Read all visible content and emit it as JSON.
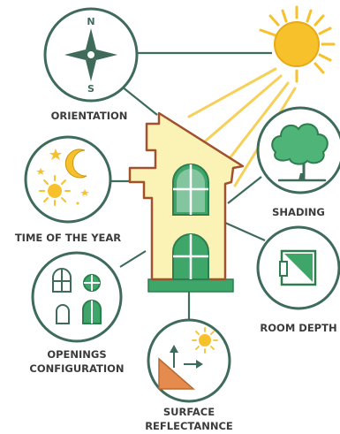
{
  "diagram": {
    "nodes": {
      "orientation": {
        "label": "ORIENTATION"
      },
      "time_of_year": {
        "label": "TIME OF THE YEAR"
      },
      "openings": {
        "label_line1": "OPENINGS",
        "label_line2": "CONFIGURATION"
      },
      "surface": {
        "label_line1": "SURFACE",
        "label_line2": "REFLECTANNCE"
      },
      "room_depth": {
        "label": "ROOM DEPTH"
      },
      "shading": {
        "label": "SHADING"
      }
    },
    "compass": {
      "north": "N",
      "south": "S"
    },
    "colors": {
      "outline": "#3e6b5a",
      "building": "#fbf3b5",
      "building_outline": "#a0522d",
      "window": "#3fa66a",
      "sun": "#f6c12b",
      "base": "#3fa66a",
      "triangle": "#e48b4d"
    }
  }
}
